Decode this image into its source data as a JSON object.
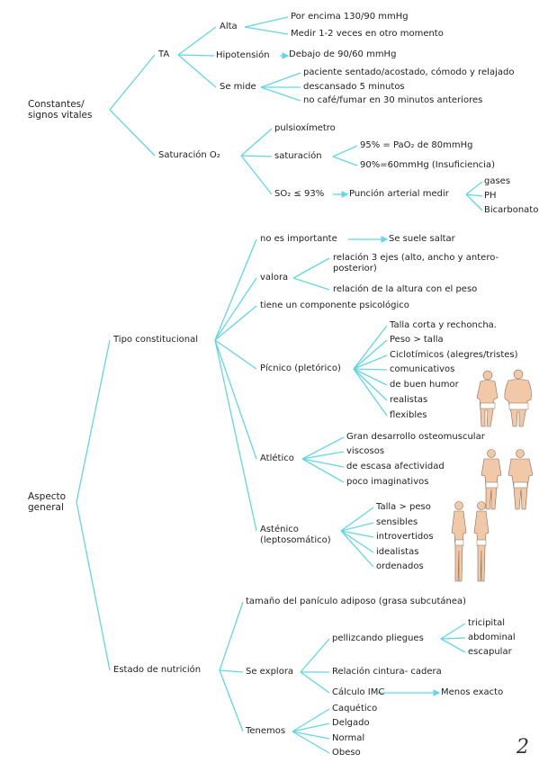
{
  "colors": {
    "line": "#62d6e6",
    "text": "#222222",
    "skin": "#f2c9a8",
    "underwear": "#ffffff"
  },
  "constantes": {
    "root": "Constantes/\nsignos vitales",
    "ta": "TA",
    "alta": "Alta",
    "alta_items": [
      "Por encima 130/90 mmHg",
      "Medir 1-2 veces en otro momento"
    ],
    "hipotension": "Hipotensión",
    "hipotension_item": "Debajo de 90/60 mmHg",
    "semide": "Se mide",
    "semide_items": [
      "paciente sentado/acostado, cómodo y relajado",
      "descansado 5 minutos",
      "no café/fumar en 30 minutos anteriores"
    ],
    "saturacion": "Saturación O₂",
    "pulsiox": "pulsioxímetro",
    "sat_label": "saturación",
    "sat_items": [
      "95% = PaO₂ de 80mmHg",
      "90%=60mmHg (Insuficiencia)"
    ],
    "so2": "SO₂ ≤ 93%",
    "puncion": "Punción arterial medir",
    "puncion_items": [
      "gases",
      "PH",
      "Bicarbonato"
    ]
  },
  "aspecto": {
    "root": "Aspecto\ngeneral",
    "tipo": "Tipo constitucional",
    "no_importante": "no es importante",
    "se_suele": "Se suele saltar",
    "valora": "valora",
    "valora_items": [
      "relación 3 ejes (alto, ancho y antero-\nposterior)",
      "relación de la altura con el peso"
    ],
    "psicologico": "tiene un componente psicológico",
    "picnico": "Pícnico (pletórico)",
    "picnico_items": [
      "Talla corta y rechoncha.",
      "Peso > talla",
      "Ciclotímicos (alegres/tristes)",
      "comunicativos",
      "de buen humor",
      "realistas",
      "flexibles"
    ],
    "atletico": "Atlético",
    "atletico_items": [
      "Gran desarrollo osteomuscular",
      "viscosos",
      "de escasa afectividad",
      "poco imaginativos"
    ],
    "astenico": "Asténico\n(leptosomático)",
    "astenico_items": [
      "Talla > peso",
      "sensibles",
      "introvertidos",
      "idealistas",
      "ordenados"
    ],
    "nutricion": "Estado de nutrición",
    "panículo": "tamaño del panículo adiposo (grasa subcutánea)",
    "explora": "Se explora",
    "pellizcando": "pellizcando pliegues",
    "pliegues": [
      "tricipital",
      "abdominal",
      "escapular"
    ],
    "cintura": "Relación cintura- cadera",
    "imc": "Cálculo IMC",
    "menos": "Menos exacto",
    "tenemos": "Tenemos",
    "tenemos_items": [
      "Caquético",
      "Delgado",
      "Normal",
      "Obeso"
    ]
  },
  "page_number": "2"
}
